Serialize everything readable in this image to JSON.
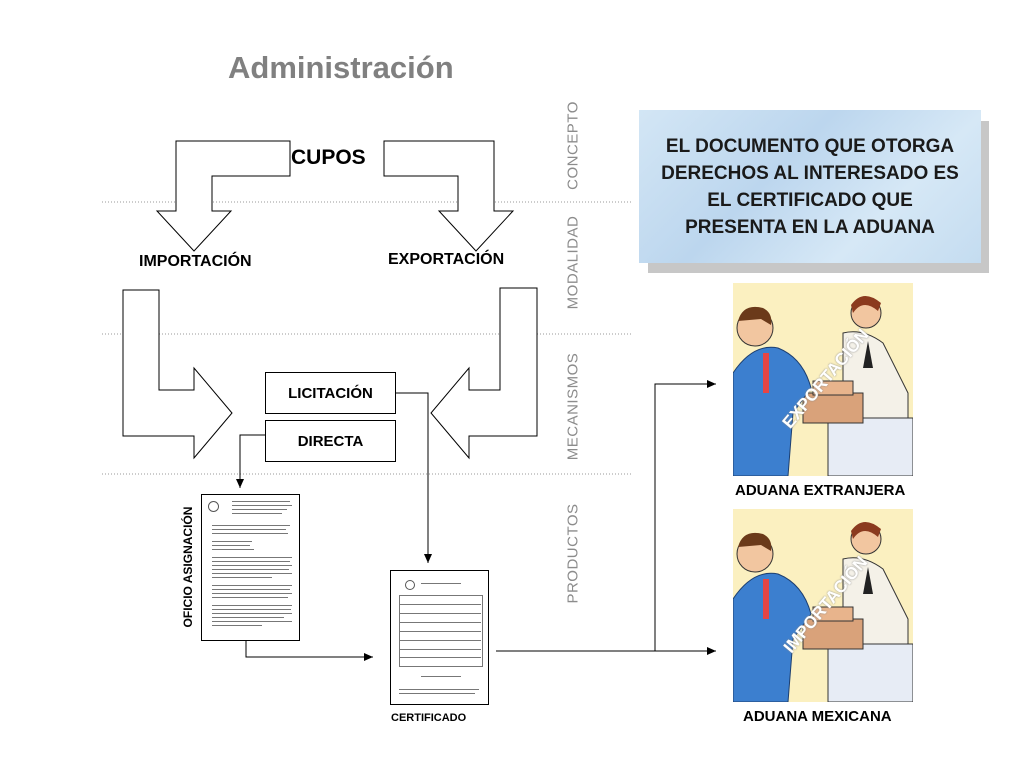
{
  "title": "Administración",
  "sections": {
    "concepto": "CONCEPTO",
    "modalidad": "MODALIDAD",
    "mecanismos": "MECANISMOS",
    "productos": "PRODUCTOS"
  },
  "nodes": {
    "cupos": "CUPOS",
    "importacion": "IMPORTACIÓN",
    "exportacion": "EXPORTACIÓN",
    "licitacion": "LICITACIÓN",
    "directa": "DIRECTA",
    "oficio": "OFICIO ASIGNACIÓN",
    "certificado": "CERTIFICADO"
  },
  "callout": "EL DOCUMENTO QUE OTORGA DERECHOS AL INTERESADO ES EL CERTIFICADO QUE PRESENTA EN LA ADUANA",
  "customs": {
    "foreign": {
      "label": "ADUANA EXTRANJERA",
      "stamp": "EXPORTACIÓN"
    },
    "mexican": {
      "label": "ADUANA MEXICANA",
      "stamp": "IMPORTACIÓN"
    }
  },
  "colors": {
    "title": "#808080",
    "section_label": "#8c8c8c",
    "callout_bg": "#c9def2",
    "scene_bg": "#fbf0c0",
    "stamp": "#ffffff"
  }
}
